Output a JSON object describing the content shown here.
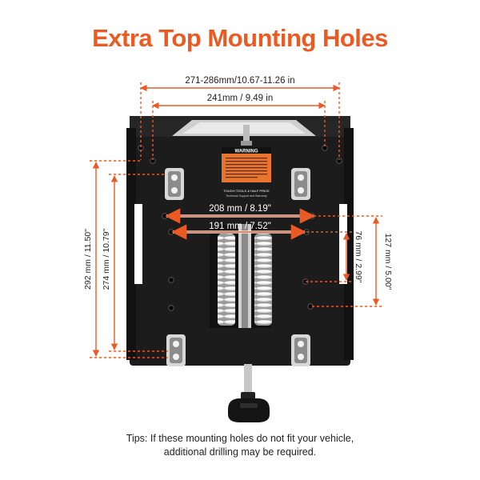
{
  "title": "Extra Top Mounting Holes",
  "colors": {
    "accent": "#ec5a24",
    "plate": "#1c1c1c",
    "text": "#222222",
    "warning_label": "#e8742e"
  },
  "dimensions": {
    "outer_width": "271-286mm/10.67-11.26 in",
    "inner_width": "241mm / 9.49 in",
    "mid_width_upper": "208 mm / 8.19\"",
    "mid_width_lower": "191 mm / 7.52\"",
    "left_height_outer": "292 mm / 11.50\"",
    "left_height_inner": "274 mm / 10.79\"",
    "right_height_outer": "127 mm / 5.00\"",
    "right_height_inner": "76 mm / 2.99\""
  },
  "labels": {
    "warning_header": "WARNING",
    "sticker_line1": "TOUGH TOOLS & HALF PRICE",
    "sticker_line2": "Technical Support and Warranty"
  },
  "icons": {
    "knob": "adjustment-knob-icon",
    "spring": "coil-spring-icon"
  },
  "tips": {
    "line1": "Tips: If these mounting holes do not fit your vehicle,",
    "line2": "additional drilling may be required."
  }
}
